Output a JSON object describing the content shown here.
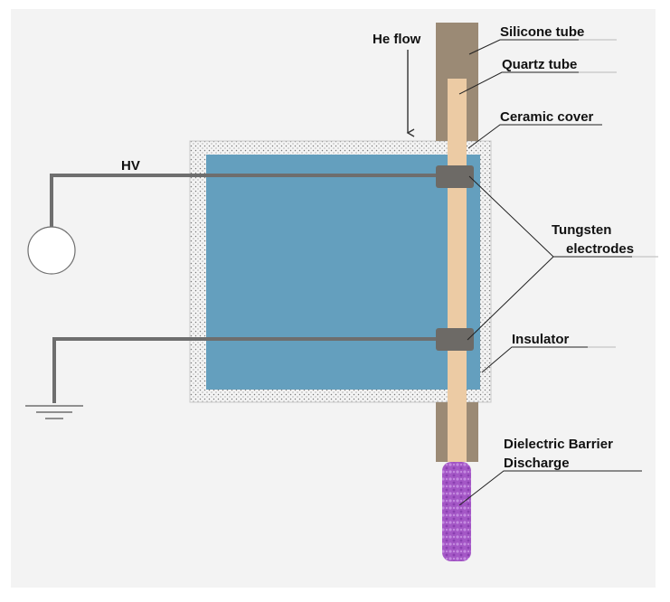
{
  "labels": {
    "he_flow": "He flow",
    "hv": "HV",
    "silicone_tube": "Silicone tube",
    "quartz_tube": "Quartz tube",
    "ceramic_cover": "Ceramic cover",
    "tungsten_line1": "Tungsten",
    "tungsten_line2": "electrodes",
    "insulator": "Insulator",
    "dbd_line1": "Dielectric Barrier",
    "dbd_line2": "Discharge"
  },
  "colors": {
    "background_panel": "#f3f3f3",
    "insulator_fill": "#649fbe",
    "ceramic_cover_fill": "#f4f4f4",
    "ceramic_dots": "#7a7a7a",
    "silicone_tube": "#9b8a75",
    "quartz_tube": "#eccba4",
    "electrode": "#6d6a66",
    "wire": "#6e6e6e",
    "discharge": "#a457c6",
    "text": "#111111"
  }
}
